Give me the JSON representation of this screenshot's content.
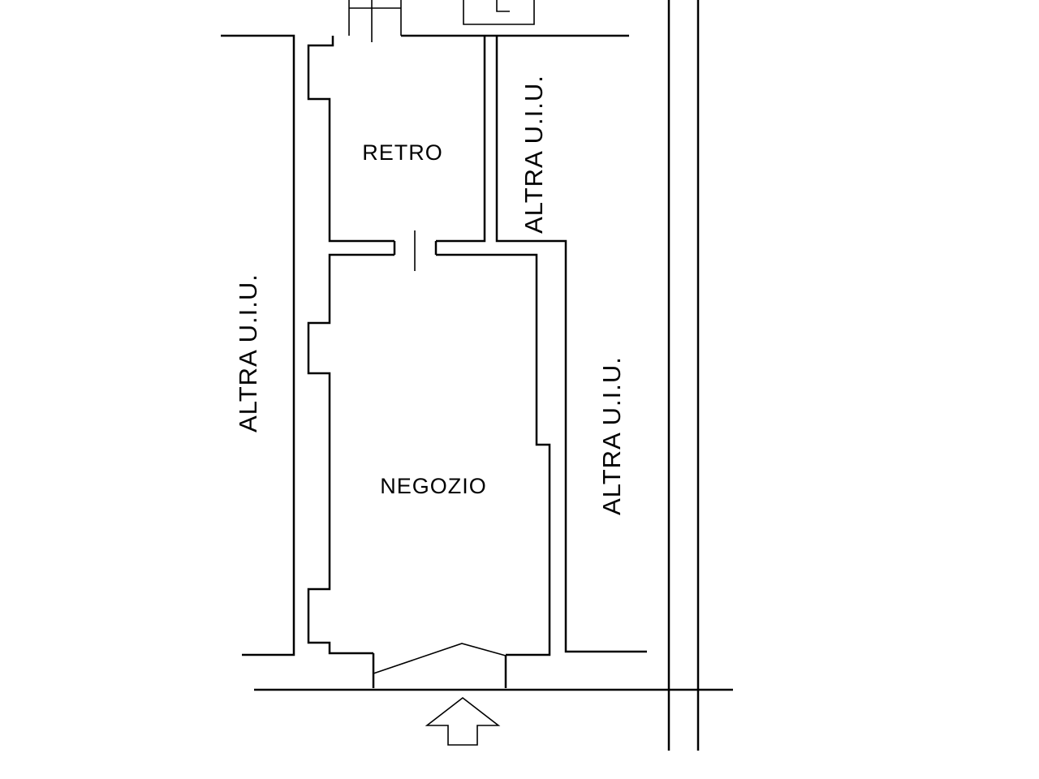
{
  "rooms": {
    "retro": "RETRO",
    "negozio": "NEGOZIO"
  },
  "neighbors": {
    "left": "ALTRA U.I.U.",
    "right_upper": "ALTRA U.I.U.",
    "right_lower": "ALTRA U.I.U."
  },
  "icons": {
    "entrance": "arrow-up-icon"
  },
  "colors": {
    "line": "#000000",
    "background": "#ffffff"
  }
}
